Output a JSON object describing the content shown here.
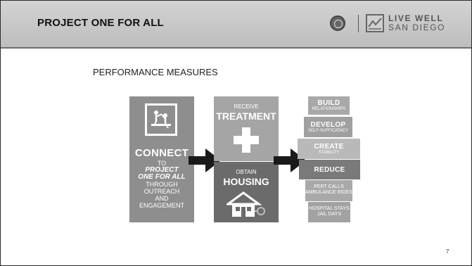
{
  "header": {
    "title": "PROJECT ONE FOR ALL",
    "logo_line1": "LIVE WELL",
    "logo_line2": "SAN DIEGO"
  },
  "slide": {
    "subtitle": "PERFORMANCE MEASURES",
    "page_number": "7"
  },
  "connect": {
    "title": "CONNECT",
    "to": "TO",
    "project": "PROJECT",
    "one_for_all": "ONE FOR ALL",
    "through": "THROUGH",
    "outreach": "OUTREACH",
    "and": "AND",
    "engagement": "ENGAGEMENT",
    "icon": "outreach-people-icon"
  },
  "treatment": {
    "small": "RECEIVE",
    "big": "TREATMENT",
    "icon": "plus-icon"
  },
  "housing": {
    "small": "OBTAIN",
    "big": "HOUSING",
    "icon": "house-key-icon"
  },
  "stack": {
    "build": "BUILD",
    "build_sub": "RELATIONSHIPS",
    "develop": "DEVELOP",
    "develop_sub": "SELF-SUFFICIENCY",
    "create": "CREATE",
    "create_sub": "STABILITY",
    "reduce": "REDUCE",
    "pert_1": "PERT CALLS",
    "pert_2": "AMBULANCE RIDES",
    "hosp_1": "HOSPITAL STAYS",
    "hosp_2": "JAIL DAYS"
  },
  "colors": {
    "header_bg": "#c8c8c8",
    "connect_bg": "#8e8e8e",
    "treatment_bg": "#a5a5a5",
    "housing_bg": "#6b6b6b",
    "arrow": "#1a1a1a"
  }
}
